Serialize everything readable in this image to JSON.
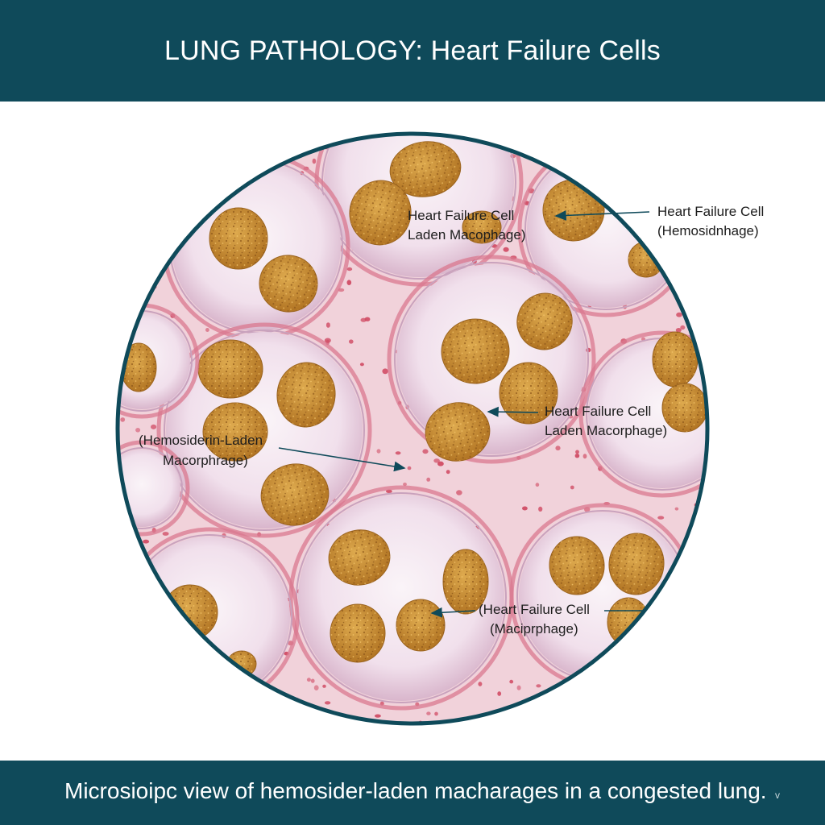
{
  "header": {
    "title": "LUNG PATHOLOGY: Heart Failure Cells"
  },
  "figure": {
    "name": "micrograph",
    "labels": [
      {
        "id": "label-1",
        "lines": [
          "Heart Failure Cell",
          "Laden Macophage)"
        ]
      },
      {
        "id": "label-2",
        "lines": [
          "Heart Failure Cell",
          "(Hemosidnhage)"
        ]
      },
      {
        "id": "label-3",
        "lines": [
          "Heart Failure Cell",
          "Laden Macorphage)"
        ]
      },
      {
        "id": "label-4",
        "lines": [
          "(Hemosiderin-Laden",
          "Macorphrage)"
        ]
      },
      {
        "id": "label-5",
        "lines": [
          "(Heart Failure Cell",
          "(Maciprphage)"
        ]
      }
    ],
    "colors": {
      "border": "#0f4a5a",
      "stroma": "#f1d2da",
      "cell_wall": "#d9788f",
      "alveolus": "#f4e4ee",
      "macrophage": "#c98a2c",
      "rbc": "#d04a63"
    }
  },
  "footer": {
    "caption": "Microsioipc view of hemosider-laden macharages in a congested lung.",
    "mark": "v"
  }
}
